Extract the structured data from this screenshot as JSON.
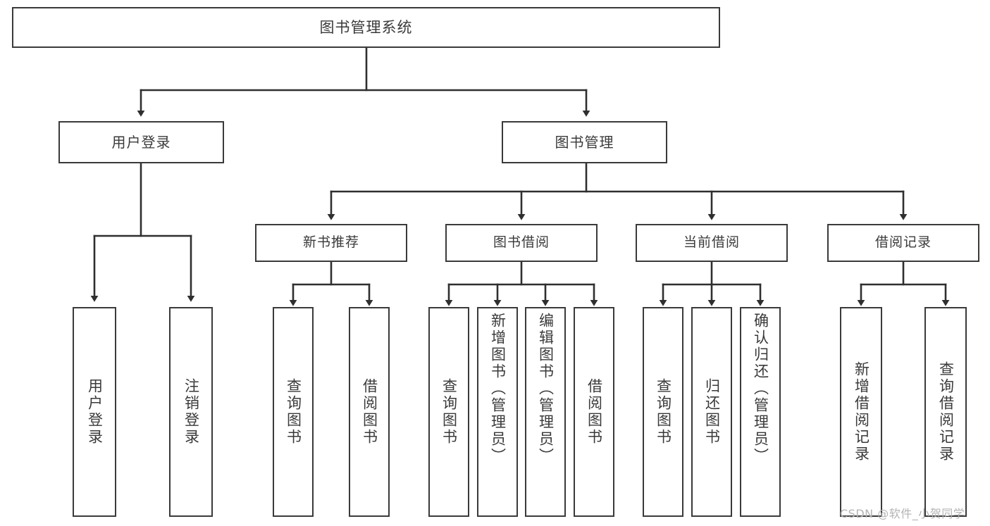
{
  "diagram": {
    "title": "图书管理系统",
    "type": "功能结构图",
    "colors": {
      "box_border": "#3a3a3a",
      "box_fill": "#ffffff",
      "text": "#3a3a3a",
      "connector": "#2f2f2f",
      "watermark": "#b4b4b4",
      "background": "#ffffff"
    },
    "root": {
      "label": "图书管理系统"
    },
    "level2": [
      {
        "label": "用户登录"
      },
      {
        "label": "图书管理"
      }
    ],
    "level3": [
      {
        "label": "新书推荐"
      },
      {
        "label": "图书借阅"
      },
      {
        "label": "当前借阅"
      },
      {
        "label": "借阅记录"
      }
    ],
    "leaves": {
      "user_login": [
        {
          "label": "用户登录"
        },
        {
          "label": "注销登录"
        }
      ],
      "new_book": [
        {
          "label": "查询图书"
        },
        {
          "label": "借阅图书"
        }
      ],
      "book_borrow": [
        {
          "label": "查询图书"
        },
        {
          "label": "新增图书（管理员）"
        },
        {
          "label": "编辑图书（管理员）"
        },
        {
          "label": "借阅图书"
        }
      ],
      "current_borrow": [
        {
          "label": "查询图书"
        },
        {
          "label": "归还图书"
        },
        {
          "label": "确认归还（管理员）"
        }
      ],
      "borrow_record": [
        {
          "label": "新增借阅记录"
        },
        {
          "label": "查询借阅记录"
        }
      ]
    }
  },
  "watermark": {
    "text": "CSDN @软件_小贺同学"
  }
}
